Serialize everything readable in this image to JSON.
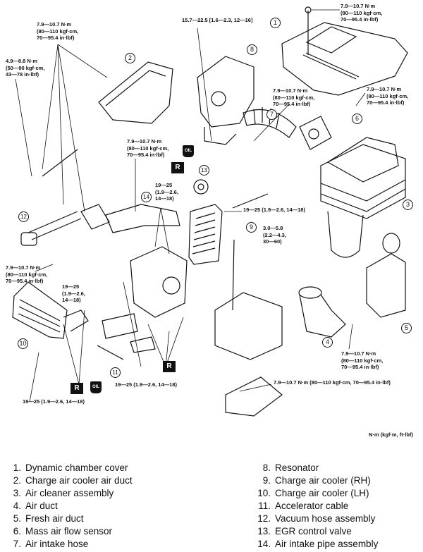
{
  "specs": [
    {
      "id": "s1",
      "text": "7.9—10.7 N·m\n(80—110 kgf·cm,\n70—95.4 in·lbf)"
    },
    {
      "id": "s2",
      "text": "4.9—8.8 N·m\n(50—90 kgf·cm,\n43—78 in·lbf)"
    },
    {
      "id": "s3",
      "text": "15.7—22.5 [1.6—2.3, 12—16]"
    },
    {
      "id": "s4",
      "text": "7.9—10.7 N·m\n(80—110 kgf·cm,\n70—95.4 in·lbf)"
    },
    {
      "id": "s5",
      "text": "7.9—10.7 N·m\n(80—110 kgf·cm,\n70—95.4 in·lbf)"
    },
    {
      "id": "s6",
      "text": "7.9—10.7 N·m\n(80—110 kgf·cm,\n70—95.4 in·lbf)"
    },
    {
      "id": "s7",
      "text": "7.9—10.7 N·m\n(80—110 kgf·cm,\n70—95.4 in·lbf)"
    },
    {
      "id": "s8",
      "text": "19—25\n(1.9—2.6,\n14—18)"
    },
    {
      "id": "s9",
      "text": "19—25 (1.9—2.6, 14—18)"
    },
    {
      "id": "s10",
      "text": "3.0—5.8\n(2.2—4.3,\n30—60)"
    },
    {
      "id": "s11",
      "text": "7.9—10.7 N·m\n(80—110 kgf·cm,\n70—95.4 in·lbf)"
    },
    {
      "id": "s12",
      "text": "19—25\n(1.9—2.6,\n14—18)"
    },
    {
      "id": "s13",
      "text": "19—25 (1.9—2.6, 14—18)"
    },
    {
      "id": "s14",
      "text": "19—25 (1.9—2.6, 14—18)"
    },
    {
      "id": "s15",
      "text": "7.9—10.7 N·m\n(80—110 kgf·cm,\n70—95.4 in·lbf)"
    },
    {
      "id": "s16",
      "text": "7.9—10.7 N·m (80—110 kgf·cm, 70—95.4 in·lbf)"
    }
  ],
  "units_note": "N·m (kgf·m, ft·lbf)",
  "callouts": [
    "1",
    "2",
    "3",
    "4",
    "5",
    "6",
    "7",
    "8",
    "9",
    "10",
    "11",
    "12",
    "13",
    "14"
  ],
  "symbols": {
    "replace": "R",
    "oil": "OIL"
  },
  "legend": [
    {
      "num": "1.",
      "label": "Dynamic chamber cover"
    },
    {
      "num": "2.",
      "label": "Charge air cooler air duct"
    },
    {
      "num": "3.",
      "label": "Air cleaner assembly"
    },
    {
      "num": "4.",
      "label": "Air duct"
    },
    {
      "num": "5.",
      "label": "Fresh air duct"
    },
    {
      "num": "6.",
      "label": "Mass air flow sensor"
    },
    {
      "num": "7.",
      "label": "Air intake hose"
    },
    {
      "num": "8.",
      "label": "Resonator"
    },
    {
      "num": "9.",
      "label": "Charge air cooler (RH)"
    },
    {
      "num": "10.",
      "label": "Charge air cooler (LH)"
    },
    {
      "num": "11.",
      "label": "Accelerator cable"
    },
    {
      "num": "12.",
      "label": "Vacuum hose assembly"
    },
    {
      "num": "13.",
      "label": "EGR control valve"
    },
    {
      "num": "14.",
      "label": "Air intake pipe assembly"
    }
  ]
}
